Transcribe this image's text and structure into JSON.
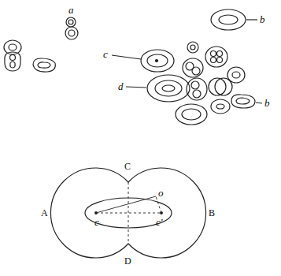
{
  "diagram": {
    "labels": [
      "a",
      "b",
      "c",
      "d",
      "b",
      "C",
      "A",
      "B",
      "D",
      "c",
      "c'",
      "o"
    ]
  }
}
